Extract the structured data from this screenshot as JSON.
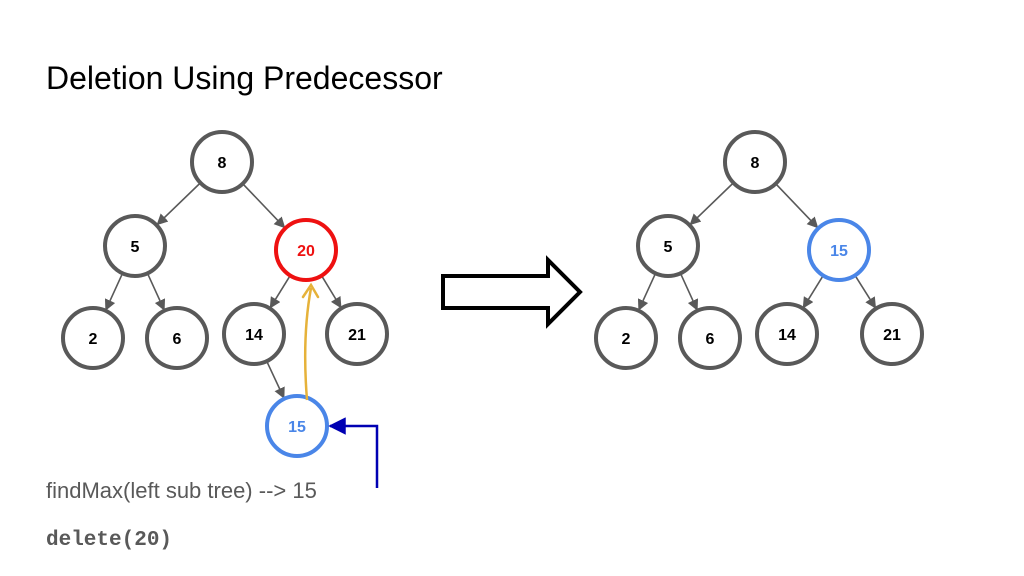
{
  "title": "Deletion Using Predecessor",
  "caption": "findMax(left sub tree) --> 15",
  "code": "delete(20)",
  "colors": {
    "default_stroke": "#595959",
    "default_text": "#000000",
    "deleted": "#ee1111",
    "predecessor": "#4a86e8",
    "arrow_path": "#e6b23a",
    "pointer": "#0000b3"
  },
  "trees": [
    {
      "name": "before",
      "nodes": [
        {
          "id": "8",
          "label": "8",
          "state": "default"
        },
        {
          "id": "5",
          "label": "5",
          "state": "default"
        },
        {
          "id": "20",
          "label": "20",
          "state": "deleted"
        },
        {
          "id": "2",
          "label": "2",
          "state": "default"
        },
        {
          "id": "6",
          "label": "6",
          "state": "default"
        },
        {
          "id": "14",
          "label": "14",
          "state": "default"
        },
        {
          "id": "21",
          "label": "21",
          "state": "default"
        },
        {
          "id": "15",
          "label": "15",
          "state": "predecessor"
        }
      ],
      "edges": [
        [
          "8",
          "5"
        ],
        [
          "8",
          "20"
        ],
        [
          "5",
          "2"
        ],
        [
          "5",
          "6"
        ],
        [
          "20",
          "14"
        ],
        [
          "20",
          "21"
        ],
        [
          "14",
          "15"
        ]
      ]
    },
    {
      "name": "after",
      "nodes": [
        {
          "id": "8",
          "label": "8",
          "state": "default"
        },
        {
          "id": "5",
          "label": "5",
          "state": "default"
        },
        {
          "id": "15",
          "label": "15",
          "state": "predecessor"
        },
        {
          "id": "2",
          "label": "2",
          "state": "default"
        },
        {
          "id": "6",
          "label": "6",
          "state": "default"
        },
        {
          "id": "14",
          "label": "14",
          "state": "default"
        },
        {
          "id": "21",
          "label": "21",
          "state": "default"
        }
      ],
      "edges": [
        [
          "8",
          "5"
        ],
        [
          "8",
          "15"
        ],
        [
          "5",
          "2"
        ],
        [
          "5",
          "6"
        ],
        [
          "15",
          "14"
        ],
        [
          "15",
          "21"
        ]
      ]
    }
  ]
}
